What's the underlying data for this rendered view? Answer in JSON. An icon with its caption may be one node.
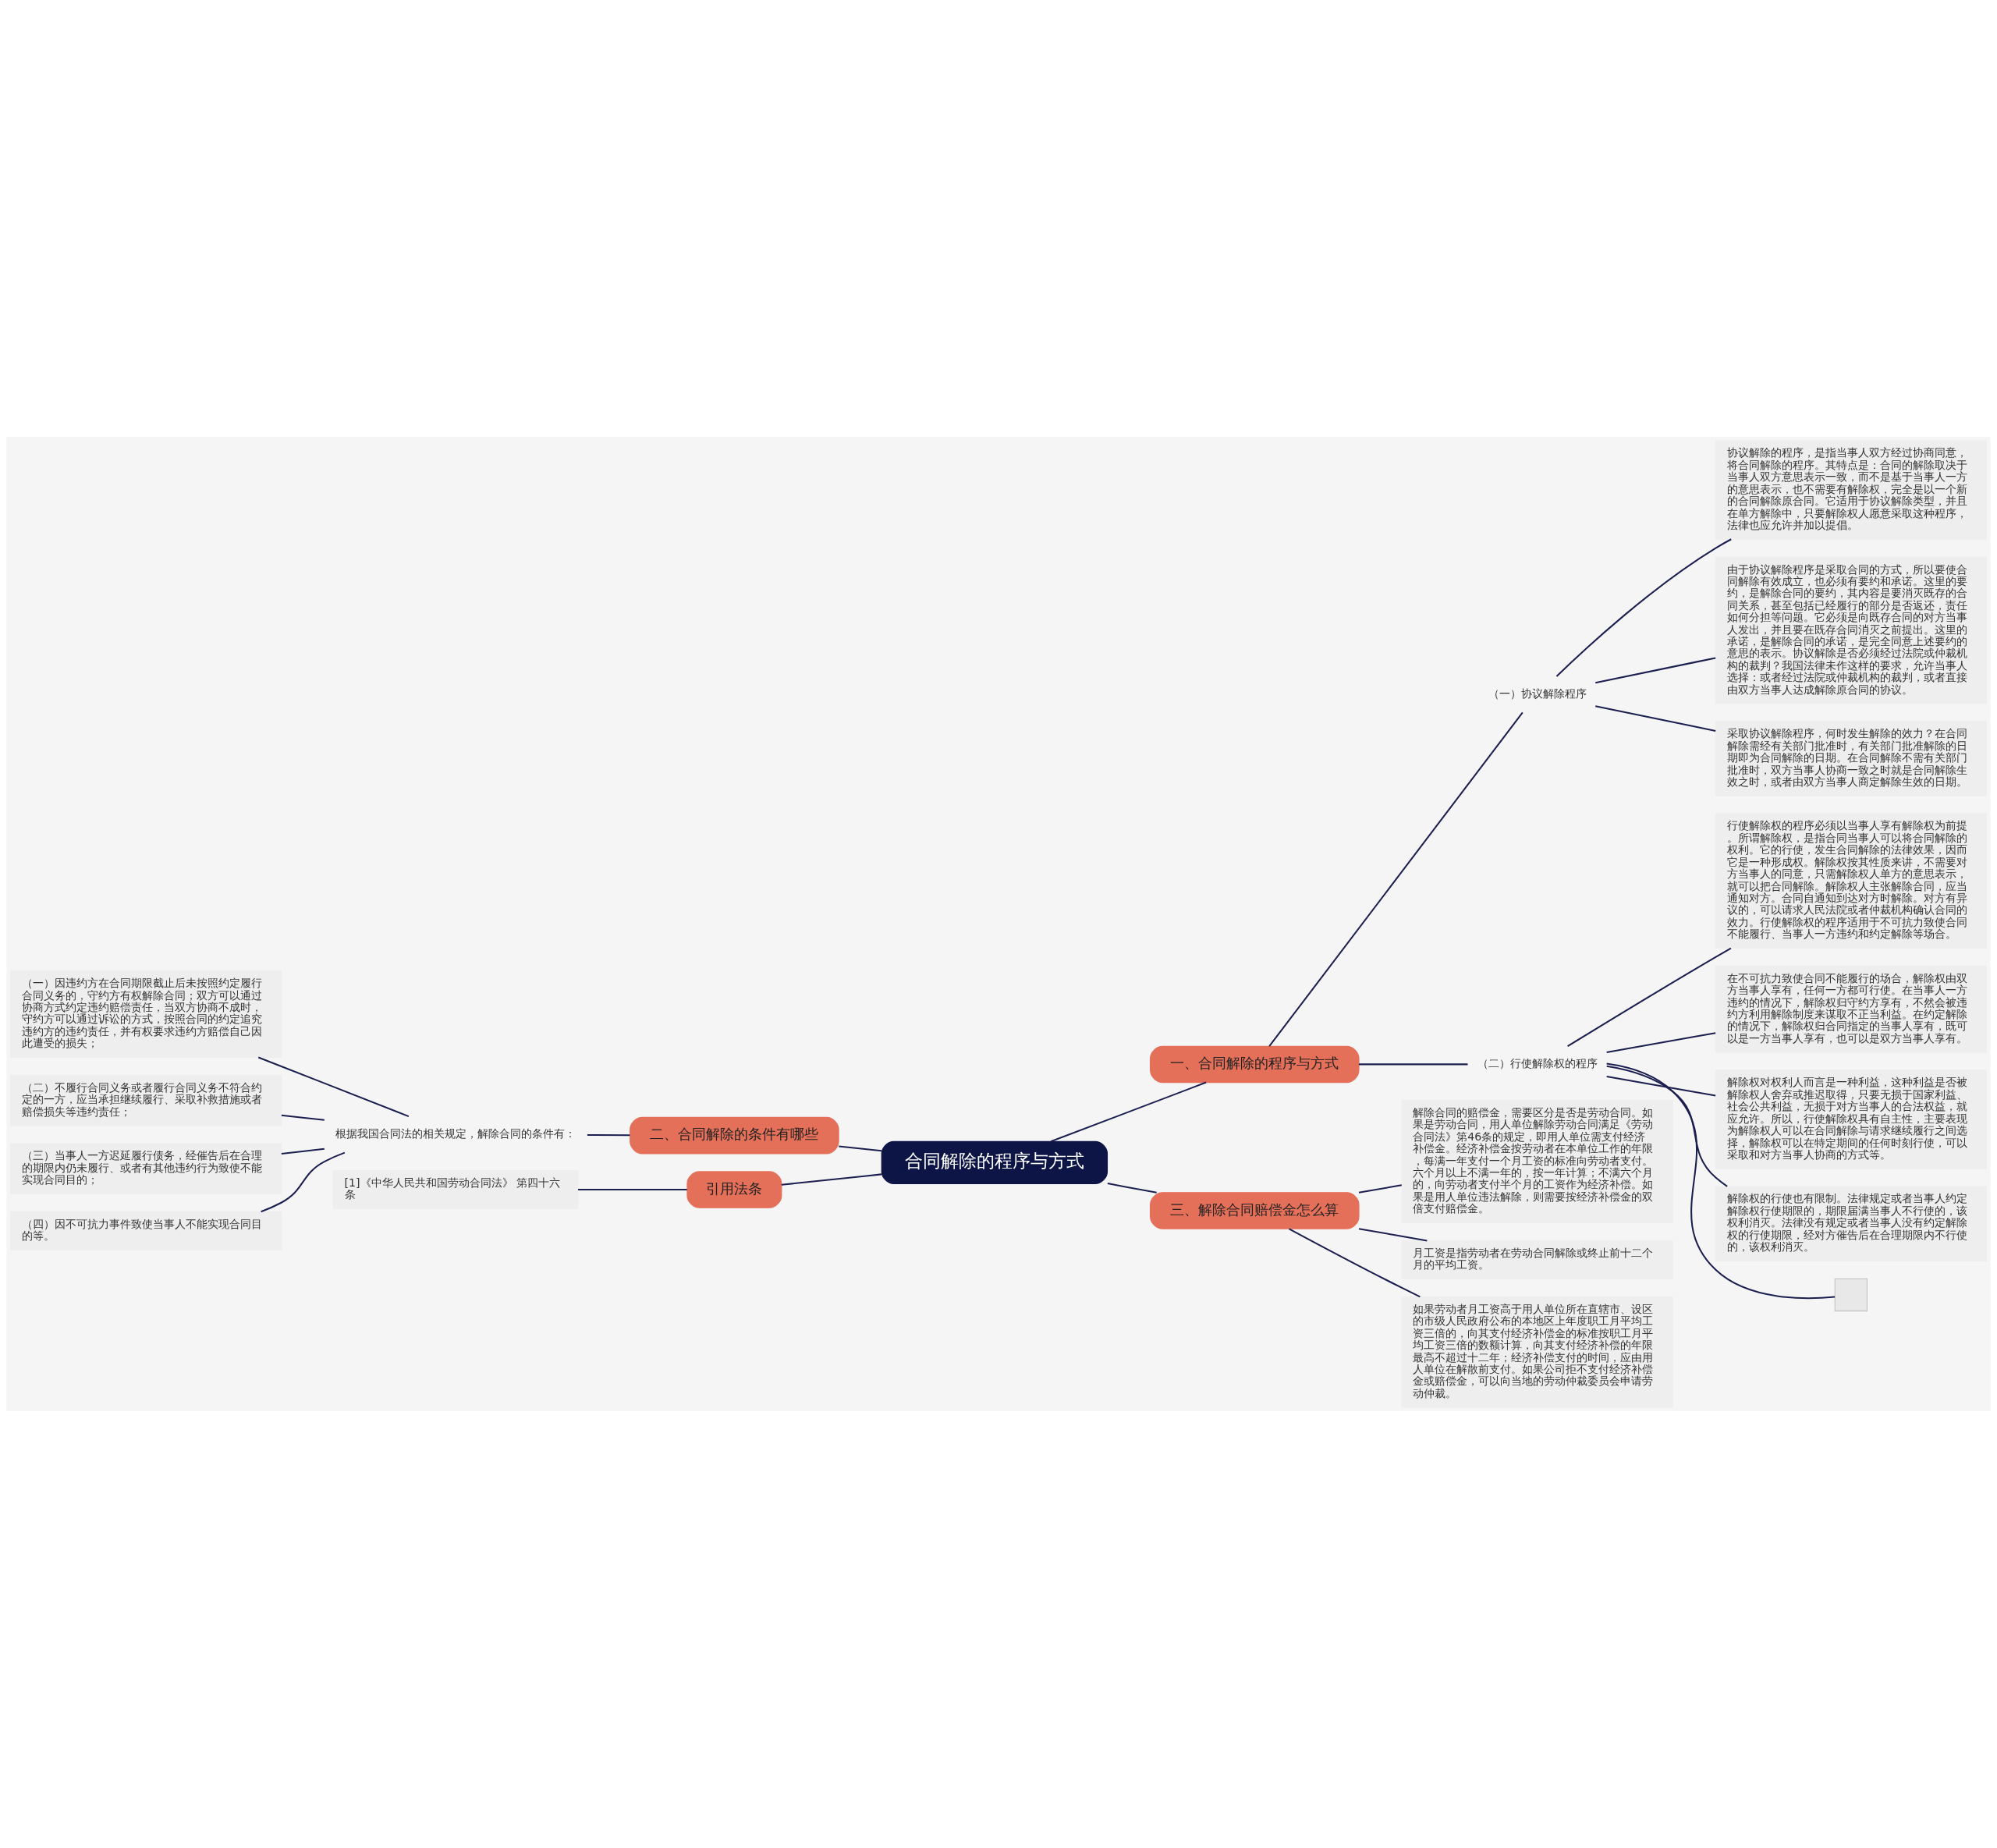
{
  "diagram": {
    "nodes": [
      {
        "text": [
          "合同解除的程序与方式"
        ]
      },
      {
        "text": [
          "一、合同解除的程序与方式"
        ]
      },
      {
        "text": [
          "（一）协议解除程序"
        ]
      },
      {
        "text": [
          "协议解除的程序，是指当事人双方经过协商同意，将合同解除的程序。其特点是：合同的解除取决于当事人双方意思表示一致，而不是基于当事人一方的意思表示，也不需要有解除权，完全是以一个新的合同解除原合同。它适用于协议解除类型，并且在单方解除中，只要解除权人愿意采取这种程序，法律也应允许并加以提倡。"
        ]
      },
      {
        "text": [
          "由于协议解除程序是采取合同的方式，所以要使合同解除有效成立，也必须有要约和承诺。这里的要约，是解除合同的要约，其内容是要消灭既存的合同关系，甚至包括已经履行的部分是否返还，责任如何分担等问题。它必须是向既存合同的对方当事人发出，并且要在既存合同消灭之前提出。这里的承诺，是解除合同的承诺，是完全同意上述要约的意思的表示。协议解除是否必须经过法院或仲裁机构的裁判？我国法律未作这样的要求，允许当事人选择：或者经过法院或仲裁机构的裁判，或者直接由双方当事人达成解除原合同的协议。"
        ]
      },
      {
        "text": [
          "采取协议解除程序，何时发生解除的效力？在合同解除需经有关部门批准时，有关部门批准解除的日期即为合同解除的日期。在合同解除不需有关部门批准时，双方当事人协商一致之时就是合同解除生效之时，或者由双方当事人商定解除生效的日期。"
        ]
      },
      {
        "text": [
          "（二）行使解除权的程序"
        ]
      },
      {
        "text": [
          "行使解除权的程序必须以当事人享有解除权为前提。所谓解除权，是指合同当事人可以将合同解除的权利。它的行使，发生合同解除的法律效果，因而它是一种形成权。解除权按其性质来讲，不需要对方当事人的同意，只需解除权人单方的意思表示，就可以把合同解除。解除权人主张解除合同，应当通知对方。合同自通知到达对方时解除。对方有异议的，可以请求人民法院或者仲裁机构确认合同的效力。行使解除权的程序适用于不可抗力致使合同不能履行、当事人一方违约和约定解除等场合。"
        ]
      },
      {
        "text": [
          "在不可抗力致使合同不能履行的场合，解除权由双方当事人享有，任何一方都可行使。在当事人一方违约的情况下，解除权归守约方享有，不然会被违约方利用解除制度来谋取不正当利益。在约定解除的情况下，解除权归合同指定的当事人享有，既可以是一方当事人享有，也可以是双方当事人享有。"
        ]
      },
      {
        "text": [
          "解除权对权利人而言是一种利益，这种利益是否被解除权人舍弃或推迟取得，只要无损于国家利益、社会公共利益，无损于对方当事人的合法权益，就应允许。所以，行使解除权具有自主性，主要表现为解除权人可以在合同解除与请求继续履行之间选择，解除权可以在特定期间的任何时刻行使，可以采取和对方当事人协商的方式等。"
        ]
      },
      {
        "text": [
          "解除权的行使也有限制。法律规定或者当事人约定解除权行使期限的，期限届满当事人不行使的，该权利消灭。法律没有规定或者当事人没有约定解除权的行使期限，经对方催告后在合理期限内不行使的，该权利消灭。"
        ]
      },
      {
        "text": [],
        "shape": "box"
      },
      {
        "text": [
          "三、解除合同赔偿金怎么算"
        ]
      },
      {
        "text": [
          "解除合同的赔偿金，需要区分是否是劳动合同。如果是劳动合同，用人单位解除劳动合同满足《劳动合同法》第46条的规定，即用人单位需支付经济补偿金。经济补偿金按劳动者在本单位工作的年限，每满一年支付一个月工资的标准向劳动者支付。六个月以上不满一年的，按一年计算；不满六个月的，向劳动者支付半个月的工资作为经济补偿。如果是用人单位违法解除，则需要按经济补偿金的双倍支付赔偿金。"
        ]
      },
      {
        "text": [
          "月工资是指劳动者在劳动合同解除或终止前十二个月的平均工资。"
        ]
      },
      {
        "text": [
          "如果劳动者月工资高于用人单位所在直辖市、设区的市级人民政府公布的本地区上年度职工月平均工资三倍的，向其支付经济补偿金的标准按职工月平均工资三倍的数额计算，向其支付经济补偿的年限最高不超过十二年；经济补偿支付的时间，应由用人单位在解散前支付。如果公司拒不支付经济补偿金或赔偿金，可以向当地的劳动仲裁委员会申请劳动仲裁。"
        ]
      },
      {
        "text": [
          "二、合同解除的条件有哪些"
        ]
      },
      {
        "text": [
          "根据我国合同法的相关规定，解除合同的条件有："
        ]
      },
      {
        "text": [
          "（一）因违约方在合同期限截止后未按照约定履行合同义务的，守约方有权解除合同；双方可以通过协商方式约定违约赔偿责任，当双方协商不成时，守约方可以通过诉讼的方式，按照合同的约定追究违约方的违约责任，并有权要求违约方赔偿自己因此遭受的损失；"
        ]
      },
      {
        "text": [
          "（二）不履行合同义务或者履行合同义务不符合约定的一方，应当承担继续履行、采取补救措施或者赔偿损失等违约责任；"
        ]
      },
      {
        "text": [
          "（三）当事人一方迟延履行债务，经催告后在合理的期限内仍未履行、或者有其他违约行为致使不能实现合同目的；"
        ]
      },
      {
        "text": [
          "（四）因不可抗力事件致使当事人不能实现合同目的等。"
        ]
      },
      {
        "text": [
          "引用法条"
        ]
      },
      {
        "text": [
          "[1]《中华人民共和国劳动合同法》 第四十六条"
        ]
      }
    ],
    "edges": [
      {
        "from": 0,
        "to": 1,
        "arrow": "none"
      },
      {
        "from": 1,
        "to": 2,
        "arrow": "none"
      },
      {
        "from": 2,
        "to": 3,
        "arrow": "none"
      },
      {
        "from": 2,
        "to": 4,
        "arrow": "none"
      },
      {
        "from": 2,
        "to": 5,
        "arrow": "none"
      },
      {
        "from": 1,
        "to": 6,
        "arrow": "none"
      },
      {
        "from": 6,
        "to": 7,
        "arrow": "none"
      },
      {
        "from": 6,
        "to": 8,
        "arrow": "none"
      },
      {
        "from": 6,
        "to": 9,
        "arrow": "none"
      },
      {
        "from": 6,
        "to": 10,
        "arrow": "none"
      },
      {
        "from": 6,
        "to": 11,
        "arrow": "none"
      },
      {
        "from": 0,
        "to": 12,
        "arrow": "none"
      },
      {
        "from": 12,
        "to": 13,
        "arrow": "none"
      },
      {
        "from": 12,
        "to": 14,
        "arrow": "none"
      },
      {
        "from": 12,
        "to": 15,
        "arrow": "none"
      },
      {
        "from": 0,
        "to": 16,
        "arrow": "none"
      },
      {
        "from": 16,
        "to": 17,
        "arrow": "none"
      },
      {
        "from": 17,
        "to": 18,
        "arrow": "none"
      },
      {
        "from": 17,
        "to": 19,
        "arrow": "none"
      },
      {
        "from": 17,
        "to": 20,
        "arrow": "none"
      },
      {
        "from": 17,
        "to": 21,
        "arrow": "none"
      },
      {
        "from": 0,
        "to": 22,
        "arrow": "none"
      },
      {
        "from": 22,
        "to": 23,
        "arrow": "none"
      }
    ]
  }
}
